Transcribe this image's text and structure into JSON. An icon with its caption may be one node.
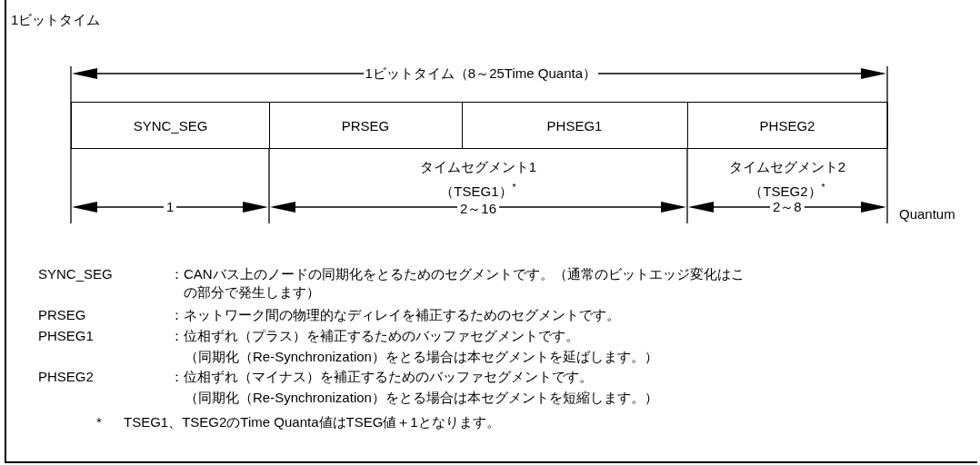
{
  "diagram": {
    "nodes": [
      {
        "text": [
          "SYNC_SEG"
        ]
      },
      {
        "text": [
          "PRSEG"
        ]
      },
      {
        "text": [
          "PHSEG1"
        ]
      },
      {
        "text": [
          "PHSEG2"
        ]
      }
    ],
    "labels": [
      "1ビットタイム",
      "1ビットタイム（8～25Time Quanta）",
      "タイムセグメント1",
      "（TSEG1）$^{*}$",
      "タイムセグメント2",
      "（TSEG2）$^{*}$",
      "1",
      "2～16",
      "2～8",
      "Quantum",
      "SYNC_SEG",
      "：CANバス上のノードの同期化をとるためのセグメントです。（通常のビットエッジ変化はこの部分で発生します）",
      "PRSEG",
      "：ネットワーク間の物理的なディレイを補正するためのセグメントです。",
      "PHSEG1",
      "：位相ずれ（プラス）を補正するためのバッファセグメントです。",
      "（同期化（Re-Synchronization）をとる場合は本セグメントを延ばします。）",
      "PHSEG2",
      "：位相ずれ（マイナス）を補正するためのバッファセグメントです。",
      "（同期化（Re-Synchronization）をとる場合は本セグメントを短縮します。）",
      "*",
      "TSEG1、TSEG2のTime Quanta値はTSEG値＋1となります。"
    ]
  }
}
